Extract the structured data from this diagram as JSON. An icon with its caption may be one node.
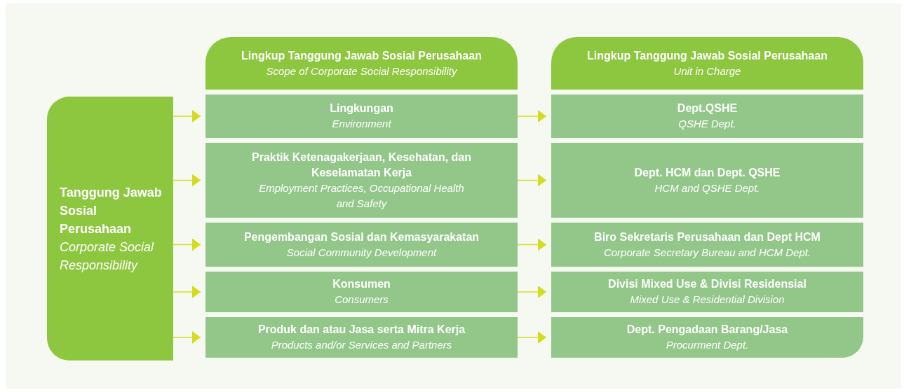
{
  "diagram": {
    "nodes": [
      {
        "text": [
          "Tanggung Jawab Sosial Perusahaan",
          "Corporate Social Responsibility"
        ]
      },
      {
        "text": [
          "Lingkup Tanggung Jawab Sosial Perusahaan",
          "Scope of Corporate Social Responsibility"
        ]
      },
      {
        "text": [
          "Lingkup Tanggung Jawab Sosial Perusahaan",
          "Unit in Charge"
        ]
      },
      {
        "text": [
          "Lingkungan",
          "Environment"
        ]
      },
      {
        "text": [
          "Praktik Ketenagakerjaan, Kesehatan, dan Keselamatan Kerja",
          "Employment Practices, Occupational Health and Safety"
        ]
      },
      {
        "text": [
          "Pengembangan Sosial dan Kemasyarakatan",
          "Social Community Development"
        ]
      },
      {
        "text": [
          "Konsumen",
          "Consumers"
        ]
      },
      {
        "text": [
          "Produk dan atau Jasa serta Mitra Kerja",
          "Products and/or Services and Partners"
        ]
      },
      {
        "text": [
          "Dept.QSHE",
          "QSHE Dept."
        ]
      },
      {
        "text": [
          "Dept. HCM dan Dept. QSHE",
          "HCM and QSHE Dept."
        ]
      },
      {
        "text": [
          "Biro Sekretaris Perusahaan dan Dept HCM",
          "Corporate Secretary Bureau and HCM Dept."
        ]
      },
      {
        "text": [
          "Divisi Mixed Use & Divisi Residensial",
          "Mixed Use & Residential Division"
        ]
      },
      {
        "text": [
          "Dept. Pengadaan Barang/Jasa",
          "Procurment Dept."
        ]
      }
    ],
    "edges": [
      {
        "from": 0,
        "to": 3,
        "arrow": "to"
      },
      {
        "from": 0,
        "to": 4,
        "arrow": "to"
      },
      {
        "from": 0,
        "to": 5,
        "arrow": "to"
      },
      {
        "from": 0,
        "to": 6,
        "arrow": "to"
      },
      {
        "from": 0,
        "to": 7,
        "arrow": "to"
      },
      {
        "from": 3,
        "to": 8,
        "arrow": "to"
      },
      {
        "from": 4,
        "to": 9,
        "arrow": "to"
      },
      {
        "from": 5,
        "to": 10,
        "arrow": "to"
      },
      {
        "from": 6,
        "to": 11,
        "arrow": "to"
      },
      {
        "from": 7,
        "to": 12,
        "arrow": "to"
      }
    ]
  }
}
